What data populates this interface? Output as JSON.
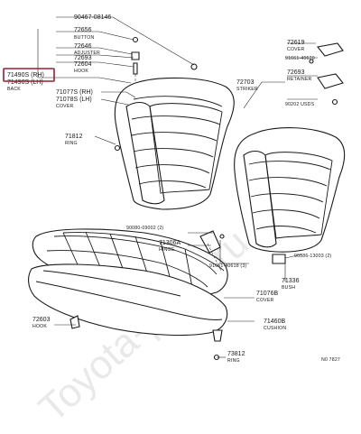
{
  "watermark": "Toyota-parts.ru",
  "diagram_code": "N0 7827",
  "highlight_color": "#9b1b30",
  "callouts": [
    {
      "id": "c-90467",
      "num": "90467-08146",
      "desc": ""
    },
    {
      "id": "c-72656",
      "num": "72656",
      "desc": "BUTTON"
    },
    {
      "id": "c-72646",
      "num": "72646",
      "desc": "ADJUSTER"
    },
    {
      "id": "c-72693",
      "num": "72693",
      "desc": ""
    },
    {
      "id": "c-72604",
      "num": "72604",
      "desc": "HOOK"
    },
    {
      "id": "c-71490",
      "num": "71490S (RH)",
      "desc": ""
    },
    {
      "id": "c-71490l",
      "num": "71490S (LH)",
      "desc": "BACK"
    },
    {
      "id": "c-71077",
      "num": "71077S (RH)",
      "desc": ""
    },
    {
      "id": "c-71078",
      "num": "71078S (LH)",
      "desc": "COVER"
    },
    {
      "id": "c-71812",
      "num": "71812",
      "desc": "RING"
    },
    {
      "id": "c-72619",
      "num": "72619",
      "desc": "COVER"
    },
    {
      "id": "c-91661a",
      "num": "91661-40620",
      "desc": ""
    },
    {
      "id": "c-72703",
      "num": "72703",
      "desc": "STRIKER"
    },
    {
      "id": "c-72693b",
      "num": "72693",
      "desc": "RETAINER"
    },
    {
      "id": "c-90202",
      "num": "90202 USDS",
      "desc": ""
    },
    {
      "id": "c-90080",
      "num": "90080-09002 (2)",
      "desc": ""
    },
    {
      "id": "c-71306",
      "num": "71306A",
      "desc": "HINGE"
    },
    {
      "id": "c-90386",
      "num": "90386-13003 (2)",
      "desc": ""
    },
    {
      "id": "c-91661b",
      "num": "91661-40618 (3)",
      "desc": ""
    },
    {
      "id": "c-71076",
      "num": "71076B",
      "desc": "COVER"
    },
    {
      "id": "c-71336",
      "num": "71336",
      "desc": "BUSH"
    },
    {
      "id": "c-72603",
      "num": "72603",
      "desc": "HOOK"
    },
    {
      "id": "c-71460",
      "num": "71460B",
      "desc": "CUSHION"
    },
    {
      "id": "c-73812",
      "num": "73812",
      "desc": "RING"
    }
  ]
}
